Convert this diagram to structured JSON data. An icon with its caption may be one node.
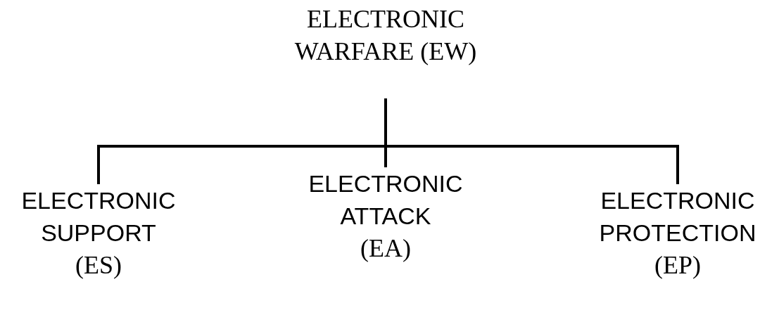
{
  "diagram": {
    "nodes": [
      {
        "text": [
          "ELECTRONIC WARFARE (EW)"
        ]
      },
      {
        "text": [
          "ELECTRONIC SUPPORT",
          "(ES)"
        ]
      },
      {
        "text": [
          "ELECTRONIC ATTACK",
          "(EA)"
        ]
      },
      {
        "text": [
          "ELECTRONIC PROTECTION",
          "(EP)"
        ]
      }
    ],
    "edges": [
      {
        "from": 0,
        "to": 1,
        "arrow": "none"
      },
      {
        "from": 0,
        "to": 2,
        "arrow": "none"
      },
      {
        "from": 0,
        "to": 3,
        "arrow": "none"
      }
    ]
  }
}
